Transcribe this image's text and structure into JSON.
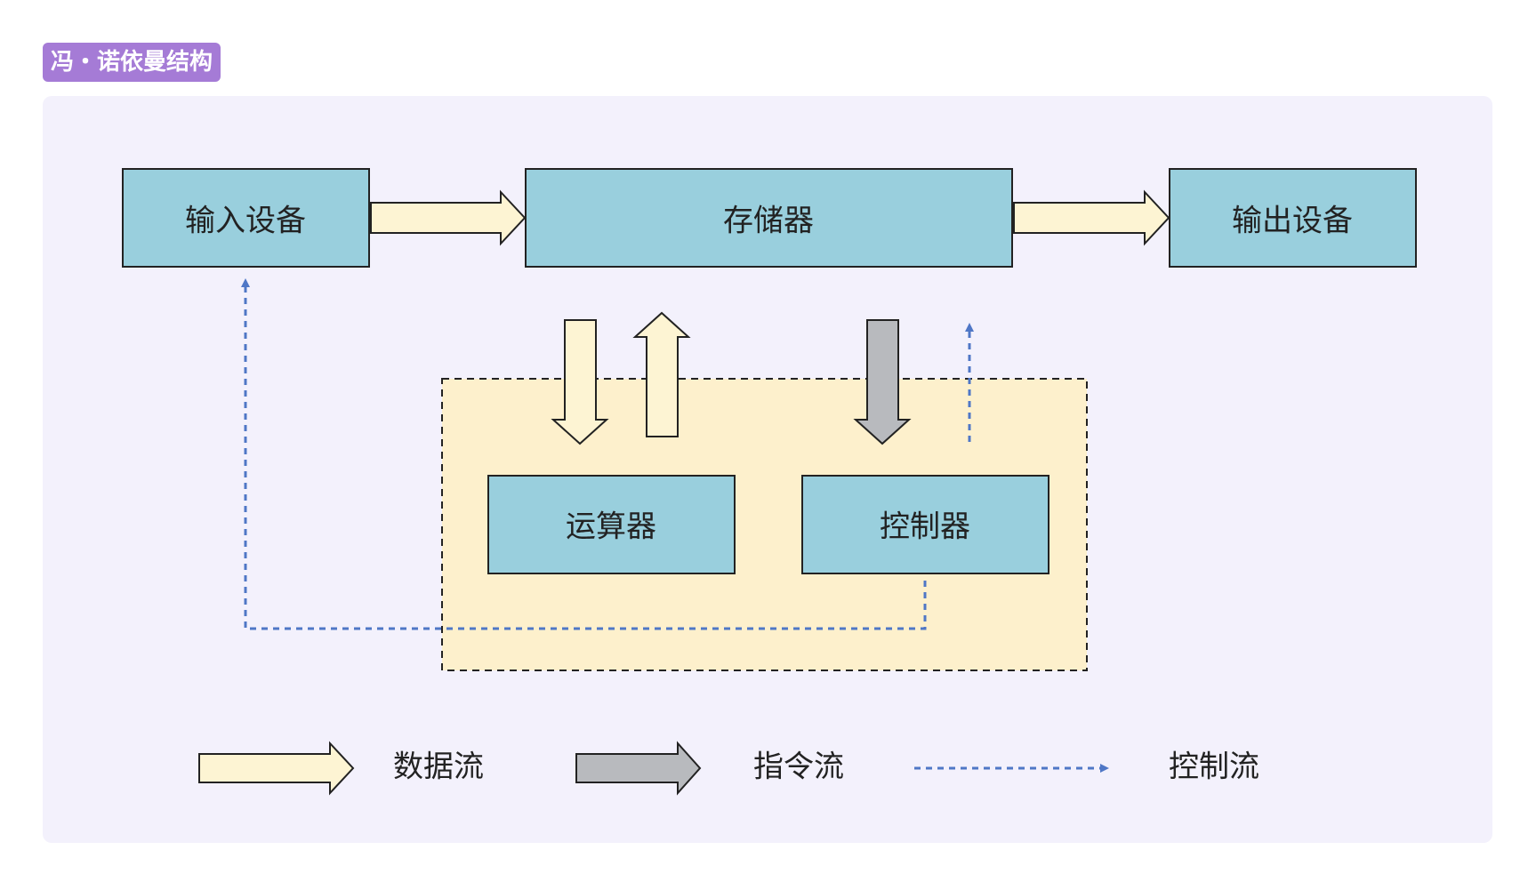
{
  "title": "冯・诺依曼结构",
  "nodes": {
    "input_device": "输入设备",
    "memory": "存储器",
    "output_device": "输出设备",
    "alu": "运算器",
    "controller": "控制器"
  },
  "legend": {
    "data_flow": "数据流",
    "instruction_flow": "指令流",
    "control_flow": "控制流"
  },
  "colors": {
    "node_fill": "#99cfdd",
    "data_arrow_fill": "#fdf4d3",
    "instruction_arrow_fill": "#b8babe",
    "control_line": "#4f77c6",
    "cpu_region_fill": "#fdf0cc",
    "panel_fill": "#f3f1fc",
    "title_fill": "#a57bd6"
  }
}
